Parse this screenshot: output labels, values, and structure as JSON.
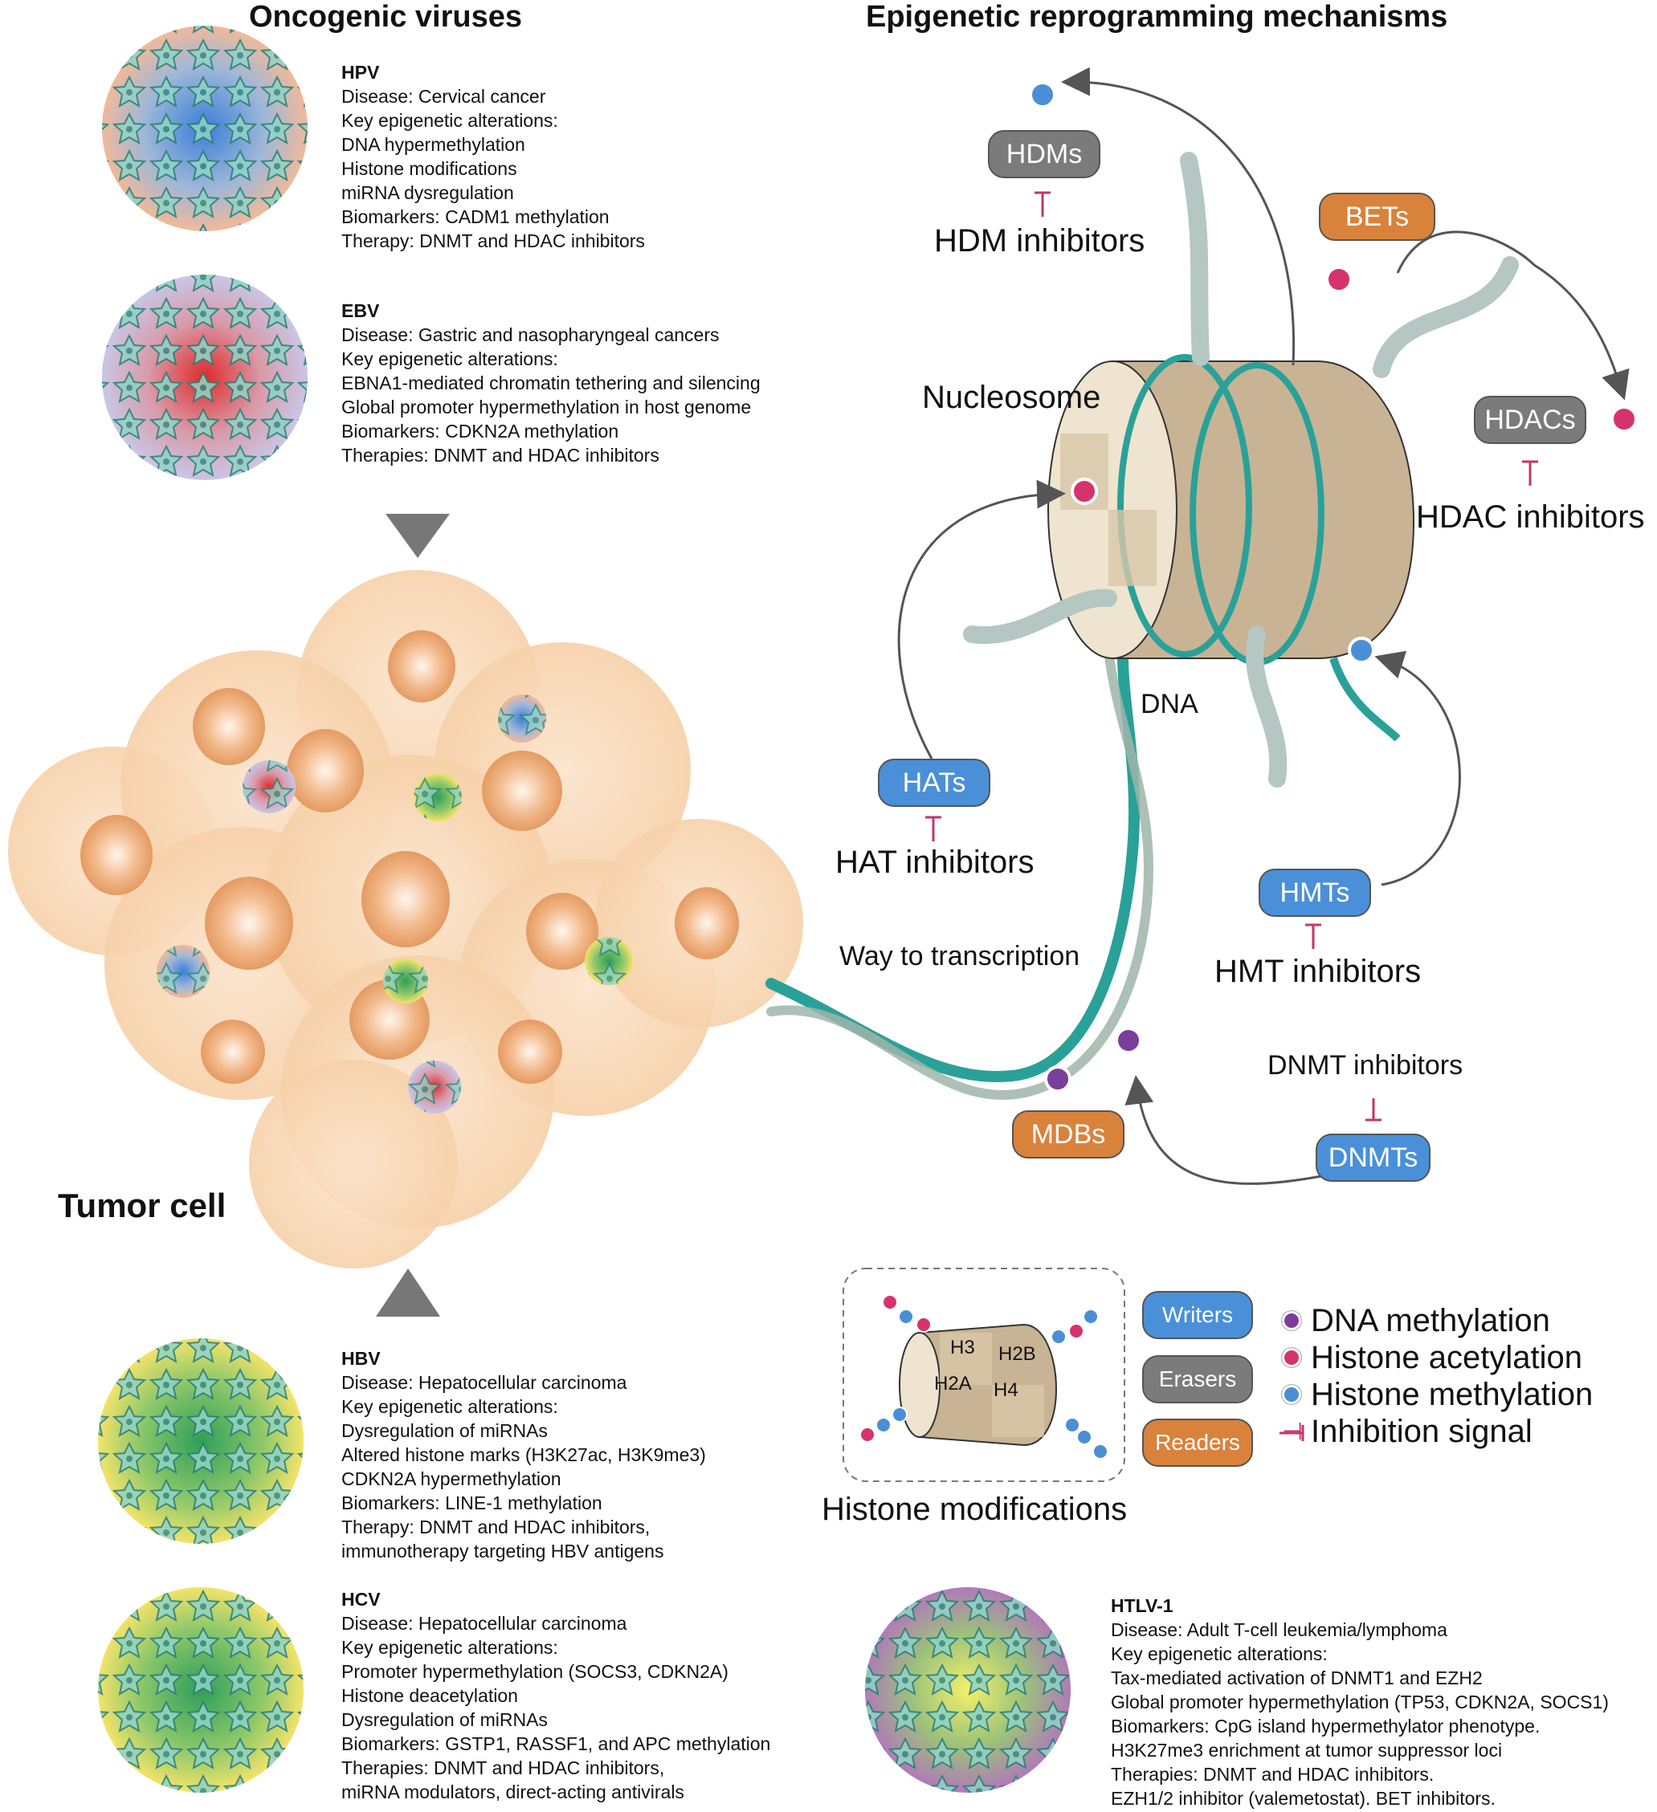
{
  "titles": {
    "left": "Oncogenic viruses",
    "right": "Epigenetic reprogramming mechanisms",
    "tumor": "Tumor cell"
  },
  "viruses": {
    "hpv": {
      "name": "HPV",
      "lines": [
        "Disease: Cervical cancer",
        "Key epigenetic alterations:",
        "DNA hypermethylation",
        "Histone modifications",
        "miRNA dysregulation",
        "Biomarkers: CADM1 methylation",
        "Therapy: DNMT and HDAC inhibitors"
      ]
    },
    "ebv": {
      "name": "EBV",
      "lines": [
        "Disease: Gastric and nasopharyngeal cancers",
        "Key epigenetic alterations:",
        "EBNA1-mediated chromatin tethering and silencing",
        "Global promoter hypermethylation in host genome",
        "Biomarkers: CDKN2A methylation",
        "Therapies: DNMT and HDAC inhibitors"
      ]
    },
    "hbv": {
      "name": "HBV",
      "lines": [
        "Disease: Hepatocellular carcinoma",
        "Key epigenetic alterations:",
        "Dysregulation of miRNAs",
        "Altered histone marks (H3K27ac, H3K9me3)",
        "CDKN2A hypermethylation",
        "Biomarkers: LINE-1 methylation",
        "Therapy: DNMT and HDAC inhibitors,",
        "immunotherapy targeting HBV antigens"
      ]
    },
    "hcv": {
      "name": "HCV",
      "lines": [
        "Disease: Hepatocellular carcinoma",
        "Key epigenetic alterations:",
        "Promoter hypermethylation (SOCS3, CDKN2A)",
        "Histone deacetylation",
        "Dysregulation of miRNAs",
        "Biomarkers: GSTP1, RASSF1, and APC methylation",
        "Therapies: DNMT and HDAC inhibitors,",
        "miRNA modulators, direct-acting antivirals"
      ]
    },
    "htlv": {
      "name": "HTLV-1",
      "lines": [
        "Disease: Adult T-cell leukemia/lymphoma",
        "Key epigenetic alterations:",
        "Tax-mediated activation of DNMT1 and EZH2",
        "Global promoter hypermethylation (TP53, CDKN2A, SOCS1)",
        "Biomarkers: CpG island hypermethylator phenotype.",
        "H3K27me3 enrichment at tumor suppressor loci",
        "Therapies: DNMT and HDAC inhibitors.",
        "EZH1/2 inhibitor (valemetostat). BET inhibitors."
      ]
    }
  },
  "mechanism": {
    "hdms": "HDMs",
    "hdm_inhibitors": "HDM inhibitors",
    "bets": "BETs",
    "nucleosome": "Nucleosome",
    "hdacs": "HDACs",
    "hdac_inhibitors": "HDAC inhibitors",
    "dna": "DNA",
    "hats": "HATs",
    "hat_inhibitors": "HAT inhibitors",
    "hmts": "HMTs",
    "hmt_inhibitors": "HMT inhibitors",
    "transcription": "Way to transcription",
    "dnmt_inhibitors": "DNMT inhibitors",
    "dnmts": "DNMTs",
    "mdbs": "MDBs"
  },
  "histone": {
    "h3": "H3",
    "h2b": "H2B",
    "h2a": "H2A",
    "h4": "H4",
    "caption": "Histone modifications"
  },
  "legend": {
    "writers": "Writers",
    "erasers": "Erasers",
    "readers": "Readers",
    "dna_methylation": "DNA methylation",
    "histone_acetylation": "Histone acetylation",
    "histone_methylation": "Histone methylation",
    "inhibition": "Inhibition signal"
  },
  "colors": {
    "writer": "#4a90d9",
    "eraser": "#7b7b7b",
    "reader": "#d9823b",
    "dna_methylation": "#7a3f9c",
    "histone_acetylation": "#d6336c",
    "histone_methylation": "#4a8fd6",
    "dna_teal": "#2aa198"
  }
}
